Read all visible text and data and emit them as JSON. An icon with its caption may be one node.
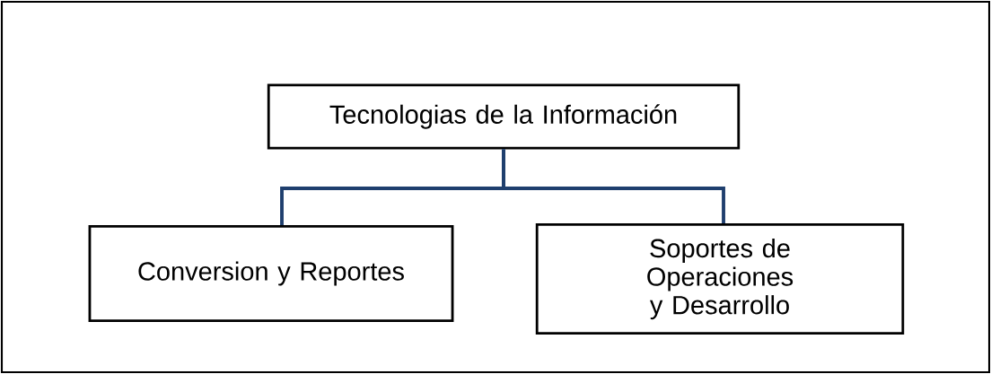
{
  "diagram": {
    "nodes": [
      {
        "text": [
          "Tecnologias de la Información"
        ]
      },
      {
        "text": [
          "Conversion y Reportes"
        ]
      },
      {
        "text": [
          "Soportes de Operaciones y Desarrollo"
        ]
      }
    ],
    "edges": [
      {
        "from": 0,
        "to": 1,
        "arrow": "none",
        "color": "#1f3f6e"
      },
      {
        "from": 0,
        "to": 2,
        "arrow": "none",
        "color": "#1f3f6e"
      }
    ]
  }
}
